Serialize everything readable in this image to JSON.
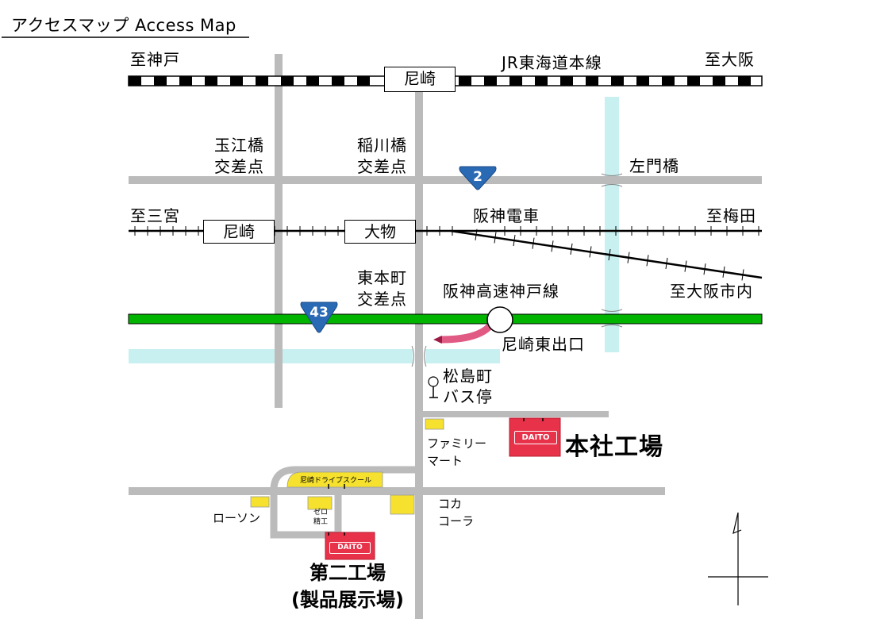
{
  "title": "アクセスマップ Access Map",
  "railways": {
    "jr_line": "JR東海道本線",
    "jr_station": "尼崎",
    "to_kobe": "至神戸",
    "to_osaka": "至大阪",
    "hanshin_line": "阪神電車",
    "hanshin_station_1": "尼崎",
    "hanshin_station_2": "大物",
    "to_sannomiya": "至三宮",
    "to_umeda": "至梅田",
    "to_osaka_city": "至大阪市内"
  },
  "intersections": {
    "tamaebashi": [
      "玉江橋",
      "交差点"
    ],
    "inagawabashi": [
      "稲川橋",
      "交差点"
    ],
    "higashihonmachi": [
      "東本町",
      "交差点"
    ],
    "samonbashi": "左門橋"
  },
  "highway": {
    "name": "阪神高速神戸線",
    "exit": "尼崎東出口"
  },
  "routes": {
    "route_2": "2",
    "route_43": "43"
  },
  "bus_stop": [
    "松島町",
    "バス停"
  ],
  "landmarks": {
    "family_mart": [
      "ファミリー",
      "マート"
    ],
    "driving_school": "尼崎ドライブスクール",
    "lawson": "ローソン",
    "zero_seiko": [
      "ゼロ",
      "精工"
    ],
    "coca_cola": [
      "コカ",
      "コーラ"
    ]
  },
  "facilities": {
    "logo": "DAITO",
    "head_factory": "本社工場",
    "second_factory": "第二工場",
    "showroom": "(製品展示場)"
  },
  "colors": {
    "road_gray": "#bbbbbb",
    "river": "#c8f0f0",
    "expressway": "#00b400",
    "route_shield": "#2a6ab5",
    "daito_red": "#e8324a",
    "landmark_yellow": "#f5e12e",
    "exit_arrow": "#e05a84"
  }
}
